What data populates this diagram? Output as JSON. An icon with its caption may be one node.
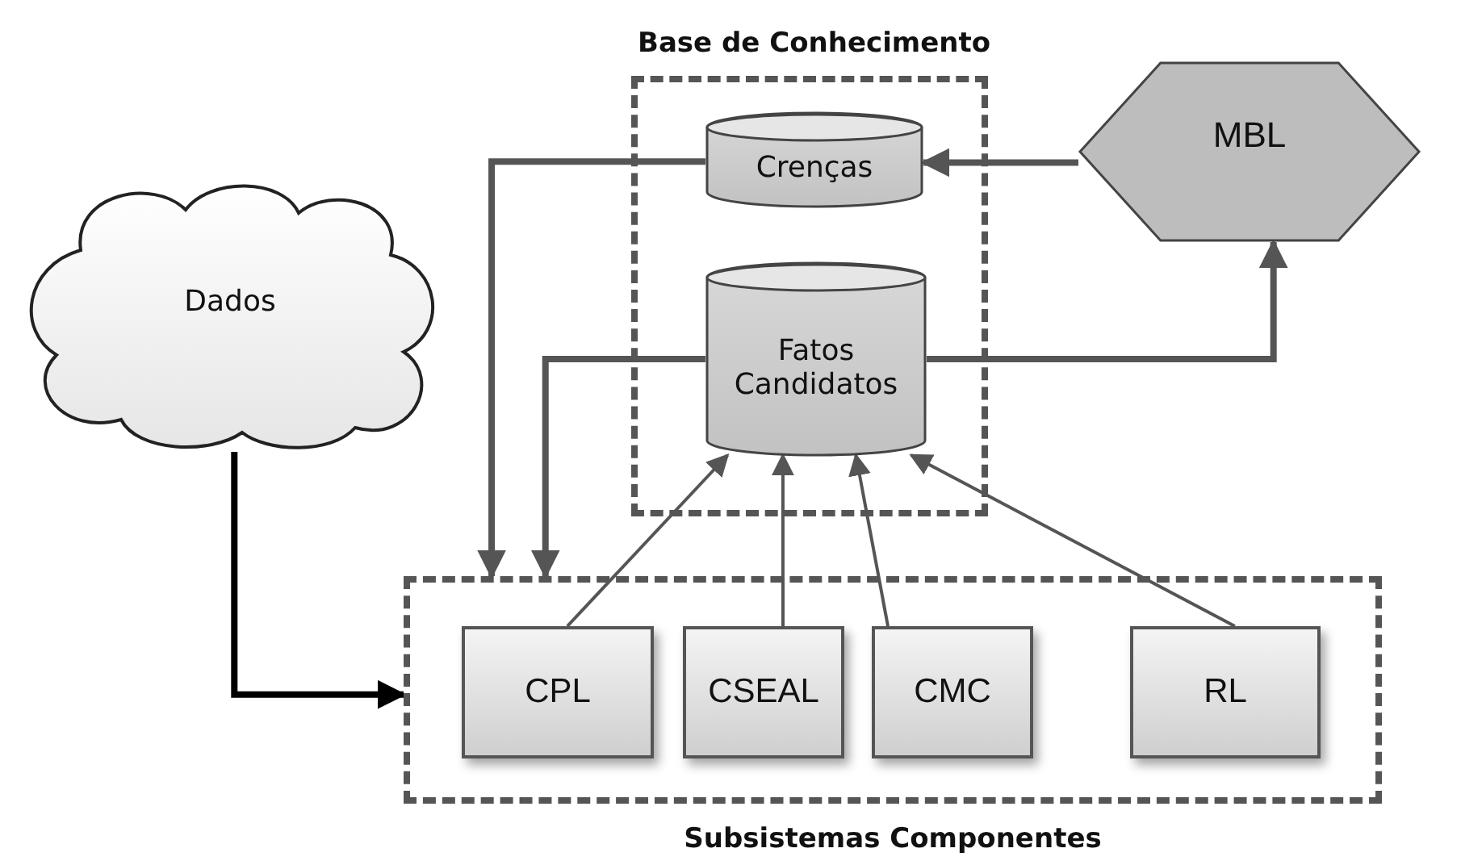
{
  "diagram": {
    "nodes": [
      {
        "text": [
          "Base de Conhecimento"
        ]
      },
      {
        "text": [
          "Crenças"
        ],
        "in": 0
      },
      {
        "text": [
          "Fatos Candidatos"
        ],
        "in": 0
      },
      {
        "text": [
          "MBL"
        ]
      },
      {
        "text": [
          "Dados"
        ]
      },
      {
        "text": [
          "Subsistemas Componentes"
        ]
      },
      {
        "text": [
          "CPL"
        ],
        "in": 5
      },
      {
        "text": [
          "CSEAL"
        ],
        "in": 5
      },
      {
        "text": [
          "CMC"
        ],
        "in": 5
      },
      {
        "text": [
          "RL"
        ],
        "in": 5
      }
    ],
    "edges": [
      {
        "from": 1,
        "to": 5,
        "arrow": "to"
      },
      {
        "from": 2,
        "to": 5,
        "arrow": "to"
      },
      {
        "from": 3,
        "to": 1,
        "arrow": "to"
      },
      {
        "from": 2,
        "to": 3,
        "arrow": "to"
      },
      {
        "from": 4,
        "to": 5,
        "arrow": "to",
        "color": "#000000"
      },
      {
        "from": 6,
        "to": 2,
        "arrow": "to"
      },
      {
        "from": 7,
        "to": 2,
        "arrow": "to"
      },
      {
        "from": 8,
        "to": 2,
        "arrow": "to"
      },
      {
        "from": 9,
        "to": 2,
        "arrow": "to"
      }
    ]
  }
}
